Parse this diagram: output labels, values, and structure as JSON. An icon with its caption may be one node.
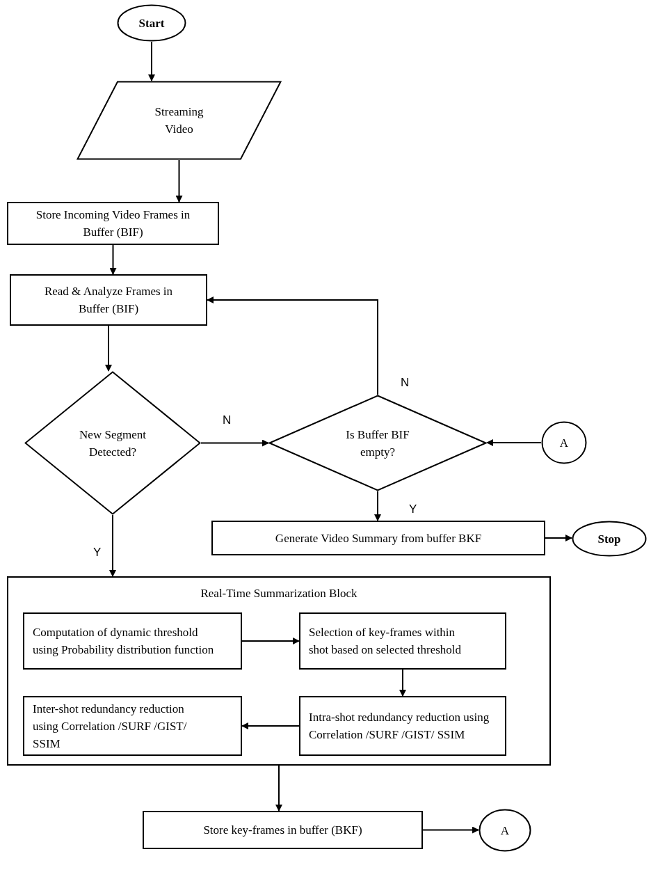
{
  "diagram": {
    "nodes": [
      {
        "text": [
          "Start"
        ]
      },
      {
        "text": [
          "Streaming Video"
        ]
      },
      {
        "text": [
          "Store Incoming Video Frames in Buffer (BIF)"
        ]
      },
      {
        "text": [
          "Read & Analyze Frames in Buffer (BIF)"
        ]
      },
      {
        "text": [
          "New Segment Detected?"
        ]
      },
      {
        "text": [
          "Is Buffer BIF empty?"
        ]
      },
      {
        "text": [
          "A"
        ]
      },
      {
        "text": [
          "Generate Video Summary from buffer BKF"
        ]
      },
      {
        "text": [
          "Stop"
        ]
      },
      {
        "text": [
          "Real-Time Summarization Block"
        ]
      },
      {
        "text": [
          "Computation of dynamic threshold using Probability distribution function"
        ],
        "in": 9
      },
      {
        "text": [
          "Selection of key-frames within shot based on selected threshold"
        ],
        "in": 9
      },
      {
        "text": [
          "Intra-shot redundancy reduction using Correlation /SURF /GIST/ SSIM"
        ],
        "in": 9
      },
      {
        "text": [
          "Inter-shot redundancy reduction using Correlation /SURF /GIST/ SSIM"
        ],
        "in": 9
      },
      {
        "text": [
          "Store key-frames in buffer (BKF)"
        ]
      },
      {
        "text": [
          "A"
        ]
      }
    ],
    "edges": [
      {
        "from": 0,
        "to": 1,
        "arrow": "to"
      },
      {
        "from": 1,
        "to": 2,
        "arrow": "to"
      },
      {
        "from": 2,
        "to": 3,
        "arrow": "to"
      },
      {
        "from": 3,
        "to": 4,
        "arrow": "to"
      },
      {
        "from": 4,
        "to": 5,
        "arrow": "to",
        "label": "N"
      },
      {
        "from": 4,
        "to": 9,
        "arrow": "to",
        "label": "Y"
      },
      {
        "from": 5,
        "to": 3,
        "arrow": "to",
        "label": "N"
      },
      {
        "from": 6,
        "to": 5,
        "arrow": "to"
      },
      {
        "from": 5,
        "to": 7,
        "arrow": "to",
        "label": "Y"
      },
      {
        "from": 7,
        "to": 8,
        "arrow": "to"
      },
      {
        "from": 10,
        "to": 11,
        "arrow": "to"
      },
      {
        "from": 11,
        "to": 12,
        "arrow": "to"
      },
      {
        "from": 12,
        "to": 13,
        "arrow": "to"
      },
      {
        "from": 9,
        "to": 14,
        "arrow": "to"
      },
      {
        "from": 14,
        "to": 15,
        "arrow": "to"
      }
    ]
  }
}
